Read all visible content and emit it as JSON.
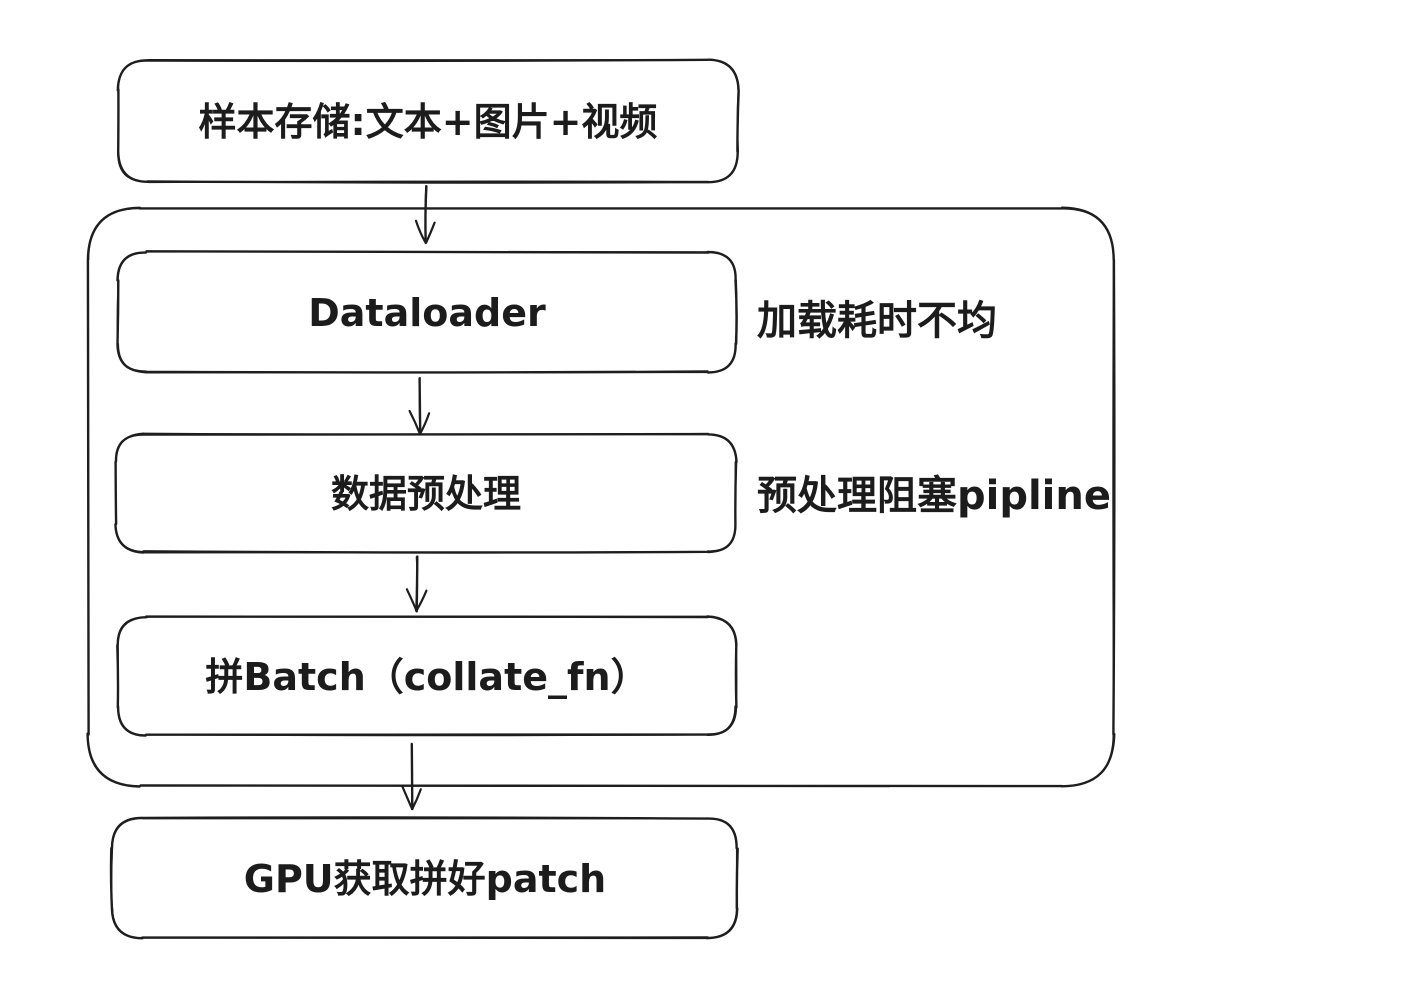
{
  "diagram": {
    "title": "data-loading pipeline flow",
    "background_color": "#ffffff",
    "stroke_color": "#1e1e1e",
    "nodes": {
      "storage": {
        "label": "样本存储:文本+图片+视频"
      },
      "dataloader": {
        "label": "Dataloader"
      },
      "preprocess": {
        "label": "数据预处理"
      },
      "collate": {
        "label": "拼Batch（collate_fn）"
      },
      "gpu": {
        "label": "GPU获取拼好patch"
      }
    },
    "annotations": [
      {
        "for": "dataloader",
        "text": "加载耗时不均"
      },
      {
        "for": "preprocess",
        "text": "预处理阻塞pipline"
      }
    ],
    "edges": [
      {
        "from": "storage",
        "to": "dataloader"
      },
      {
        "from": "dataloader",
        "to": "preprocess"
      },
      {
        "from": "preprocess",
        "to": "collate"
      },
      {
        "from": "collate",
        "to": "gpu"
      }
    ]
  }
}
